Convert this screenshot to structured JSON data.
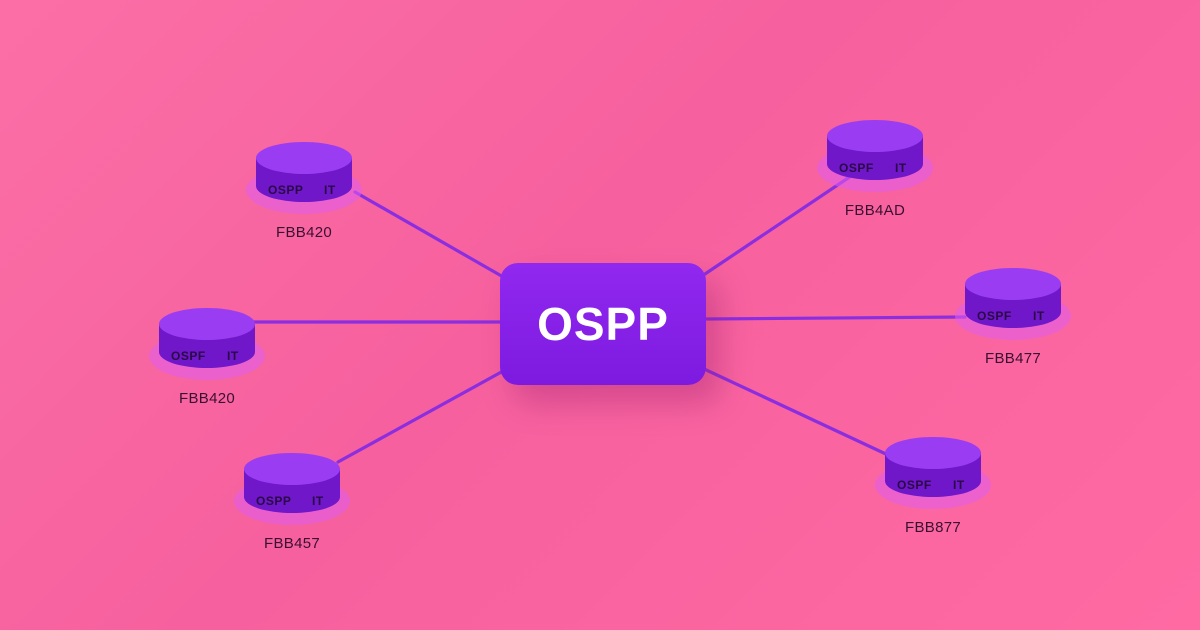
{
  "hub": {
    "label": "OSPP"
  },
  "colors": {
    "background": "#f6609e",
    "hub": "#8a22ea",
    "node_top": "#9a3cf2",
    "node_side": "#6f17c9",
    "glow": "#e05cf0",
    "link": "#8a2ee0"
  },
  "nodes": [
    {
      "id": "FBB420",
      "left_text": "OSPP",
      "right_text": "IT"
    },
    {
      "id": "FBB4AD",
      "left_text": "OSPF",
      "right_text": "IT"
    },
    {
      "id": "FBB420",
      "left_text": "OSPF",
      "right_text": "IT"
    },
    {
      "id": "FBB477",
      "left_text": "OSPF",
      "right_text": "IT"
    },
    {
      "id": "FBB457",
      "left_text": "OSPP",
      "right_text": "IT"
    },
    {
      "id": "FBB877",
      "left_text": "OSPF",
      "right_text": "IT"
    }
  ]
}
